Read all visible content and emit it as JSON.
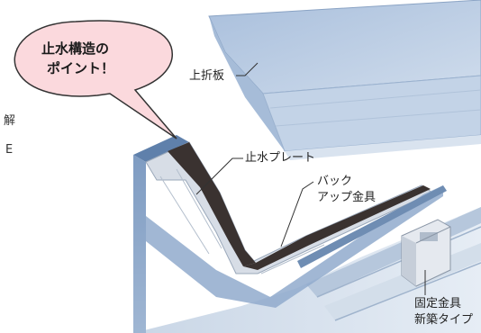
{
  "callout": {
    "line1": "止水構造の",
    "line2": "ポイント！"
  },
  "side_text": {
    "line1": "解",
    "line2": "E"
  },
  "labels": {
    "upper_folded_plate": "上折板",
    "waterstop_plate": "止水プレート",
    "backup_bracket_line1": "バック",
    "backup_bracket_line2": "アップ金具",
    "fixing_bracket_line1": "固定金具",
    "fixing_bracket_line2": "新築タイプ"
  },
  "colors": {
    "bubble_fill": "#fbd9dd",
    "bubble_stroke": "#333333",
    "panel_blue": "#8ea8c8",
    "panel_light": "#b9cbe0",
    "panel_dark": "#6f8db3",
    "seal_dark": "#3a3230"
  }
}
